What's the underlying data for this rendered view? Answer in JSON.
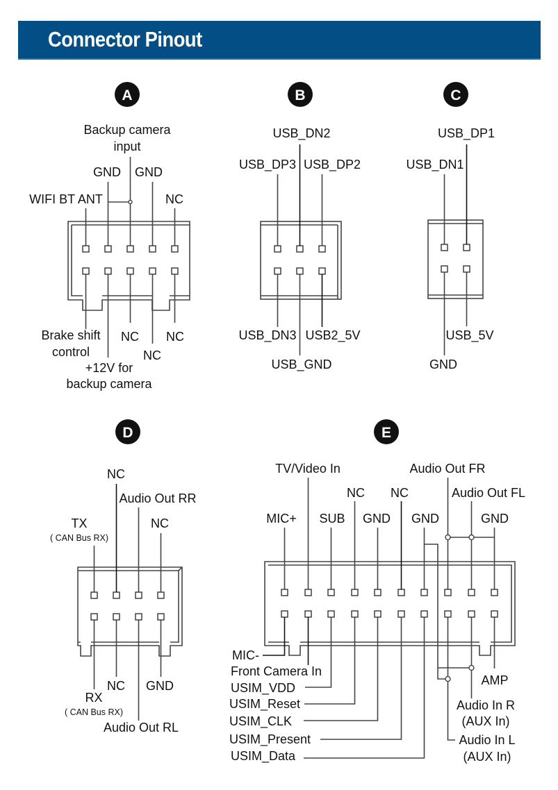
{
  "header": {
    "title": "Connector Pinout",
    "bg_color": "#044e86"
  },
  "connectors": {
    "A": {
      "badge": "A",
      "top_labels": {
        "backup_camera_line1": "Backup camera",
        "backup_camera_line2": "input",
        "gnd1": "GND",
        "gnd2": "GND",
        "wifi": "WIFI BT ANT",
        "nc": "NC"
      },
      "bottom_labels": {
        "brake_line1": "Brake shift",
        "brake_line2": "control",
        "power_line1": "+12V for",
        "power_line2": "backup camera",
        "nc1": "NC",
        "nc2": "NC",
        "nc3": "NC"
      }
    },
    "B": {
      "badge": "B",
      "top_labels": {
        "dn2": "USB_DN2",
        "dp3": "USB_DP3",
        "dp2": "USB_DP2"
      },
      "bottom_labels": {
        "dn3": "USB_DN3",
        "v5": "USB2_5V",
        "gnd": "USB_GND"
      }
    },
    "C": {
      "badge": "C",
      "top_labels": {
        "dp1": "USB_DP1",
        "dn1": "USB_DN1"
      },
      "bottom_labels": {
        "v5": "USB_5V",
        "gnd": "GND"
      }
    },
    "D": {
      "badge": "D",
      "top_labels": {
        "nc1": "NC",
        "audio_rr": "Audio Out RR",
        "tx": "TX",
        "tx_sub": "( CAN Bus RX)",
        "nc2": "NC"
      },
      "bottom_labels": {
        "nc": "NC",
        "gnd": "GND",
        "rx": "RX",
        "rx_sub": "( CAN Bus RX)",
        "audio_rl": "Audio Out RL"
      }
    },
    "E": {
      "badge": "E",
      "top_labels": {
        "tv": "TV/Video In",
        "audio_fr": "Audio Out FR",
        "nc1": "NC",
        "nc2": "NC",
        "audio_fl": "Audio Out FL",
        "mic_plus": "MIC+",
        "sub": "SUB",
        "gnd1": "GND",
        "gnd2": "GND",
        "gnd3": "GND"
      },
      "bottom_labels": {
        "mic_minus": "MIC-",
        "front_cam": "Front Camera In",
        "usim_vdd": "USIM_VDD",
        "usim_reset": "USIM_Reset",
        "usim_clk": "USIM_CLK",
        "usim_present": "USIM_Present",
        "usim_data": "USIM_Data",
        "amp": "AMP",
        "audio_in_r": "Audio In R",
        "audio_in_r_sub": "(AUX In)",
        "audio_in_l": "Audio In L",
        "audio_in_l_sub": "(AUX In)"
      }
    }
  }
}
